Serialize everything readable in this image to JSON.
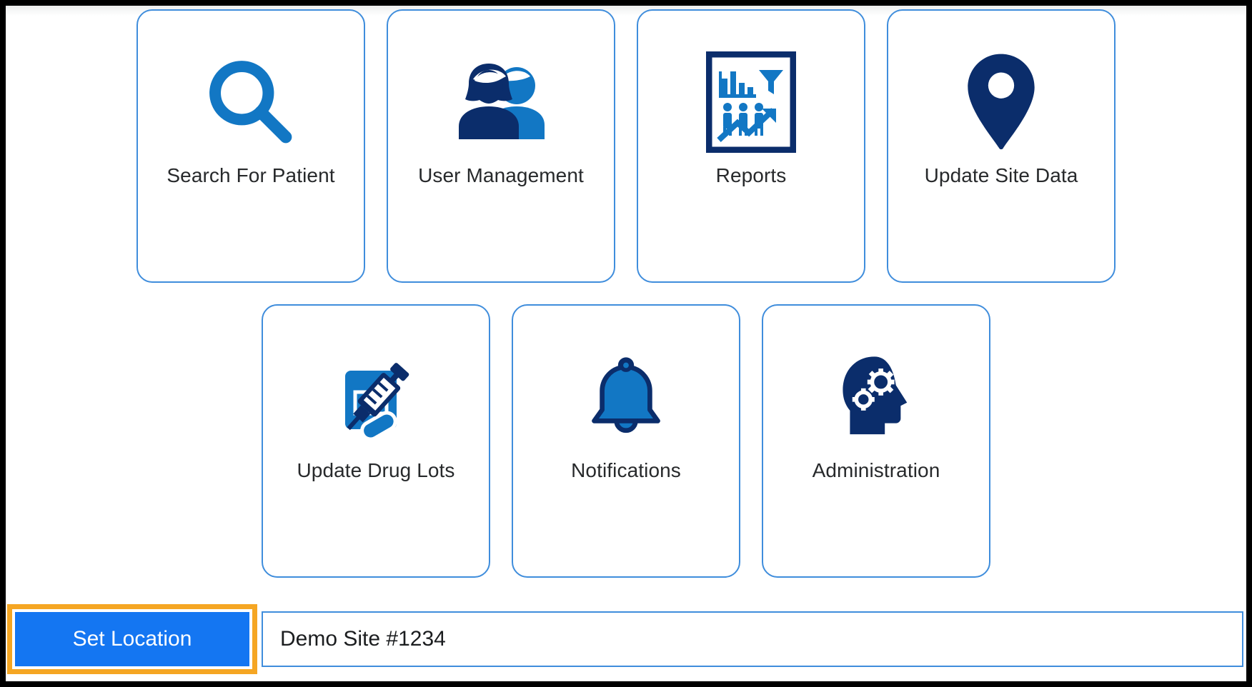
{
  "theme": {
    "card_border": "#3f8ddc",
    "icon_navy": "#0b2d6b",
    "icon_blue": "#1277c4",
    "button_blue": "#1476f2",
    "highlight_orange": "#f5a623",
    "label_text": "#27292b",
    "page_background": "#ffffff",
    "frame_border": "#000000"
  },
  "tiles": {
    "row_1": [
      {
        "id": "search-for-patient",
        "label": "Search For Patient",
        "icon": "magnifier-icon"
      },
      {
        "id": "user-management",
        "label": "User Management",
        "icon": "two-users-icon"
      },
      {
        "id": "reports",
        "label": "Reports",
        "icon": "report-document-icon"
      },
      {
        "id": "update-site-data",
        "label": "Update Site Data",
        "icon": "map-pin-icon"
      }
    ],
    "row_2": [
      {
        "id": "update-drug-lots",
        "label": "Update Drug Lots",
        "icon": "vial-syringe-icon"
      },
      {
        "id": "notifications",
        "label": "Notifications",
        "icon": "bell-icon"
      },
      {
        "id": "administration",
        "label": "Administration",
        "icon": "head-gears-icon"
      }
    ]
  },
  "bottom_bar": {
    "set_location_label": "Set Location",
    "site_value": "Demo Site #1234",
    "site_placeholder": "Demo Site #1234"
  }
}
